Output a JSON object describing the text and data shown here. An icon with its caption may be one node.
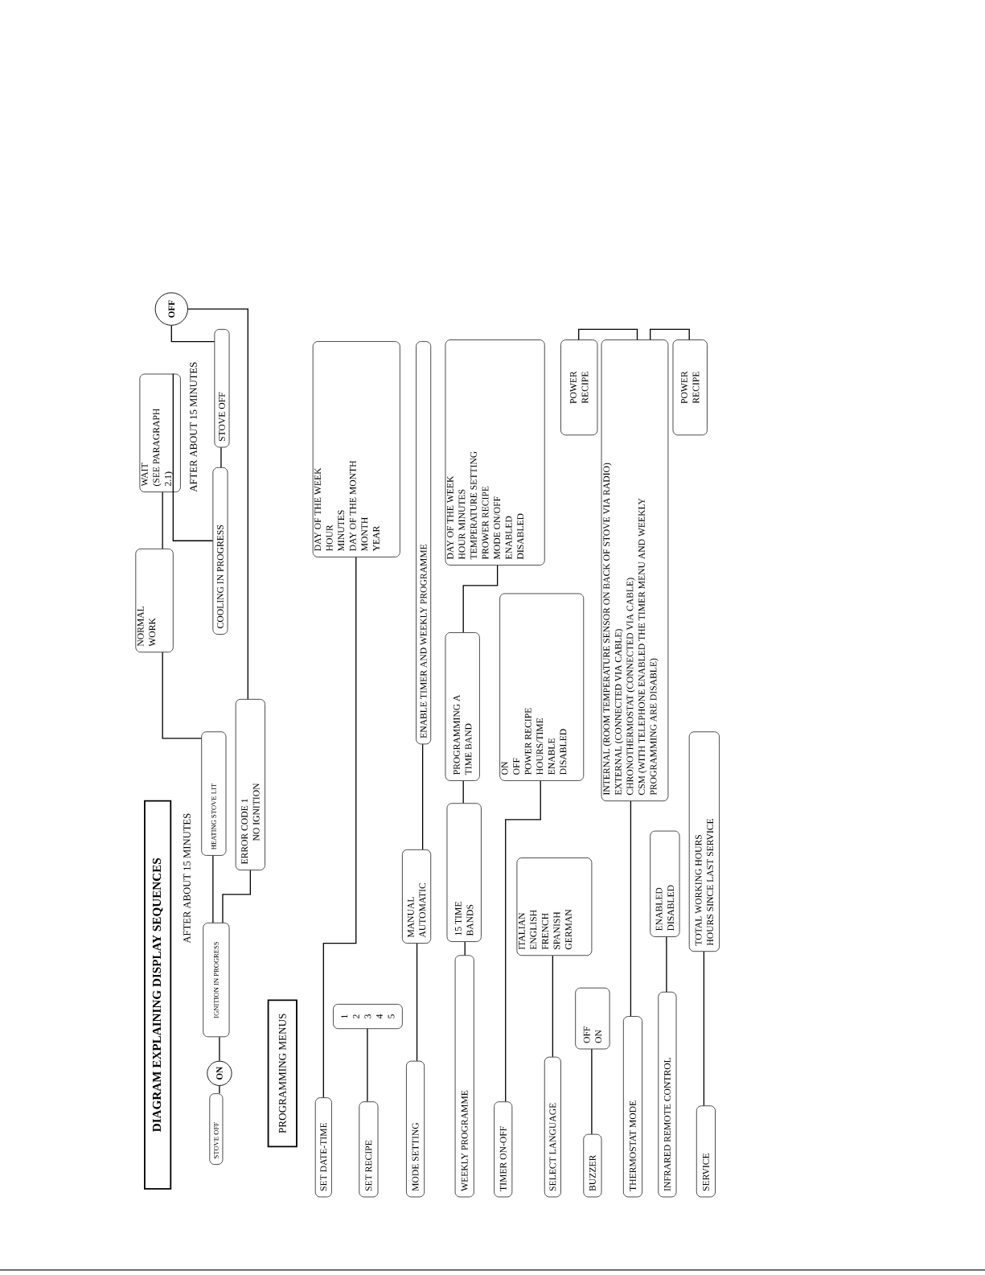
{
  "diagram": {
    "title": "DIAGRAM EXPLAINING DISPLAY SEQUENCES",
    "nodes": [
      {
        "text": [
          "STOVE OFF"
        ]
      },
      {
        "text": [
          "ON"
        ]
      },
      {
        "text": [
          "IGNITION IN PROGRESS"
        ]
      },
      {
        "text": [
          "HEATING STOVE LIT"
        ]
      },
      {
        "text": [
          "ERROR CODE 1",
          "NO IGNITION"
        ]
      },
      {
        "text": [
          "NORMAL WORK"
        ]
      },
      {
        "text": [
          "WAIT",
          "(SEE PARAGRAPH 2.1)"
        ]
      },
      {
        "text": [
          "COOLING IN PROGRESS"
        ]
      },
      {
        "text": [
          "STOVE OFF"
        ]
      },
      {
        "text": [
          "OFF"
        ]
      },
      {
        "text": [
          "SET DATE-TIME"
        ]
      },
      {
        "text": [
          "DAY OF THE WEEK",
          "HOUR",
          "MINUTES",
          "DAY OF THE MONTH",
          "MONTH",
          "YEAR"
        ]
      },
      {
        "text": [
          "1",
          "2",
          "3",
          "4",
          "5"
        ]
      },
      {
        "text": [
          "SET RECIPE"
        ]
      },
      {
        "text": [
          "MODE SETTING"
        ]
      },
      {
        "text": [
          "MANUAL",
          "AUTOMATIC"
        ]
      },
      {
        "text": [
          "ENABLE TIMER AND WEEKLY PROGRAMME"
        ]
      },
      {
        "text": [
          "WEEKLY PROGRAMME"
        ]
      },
      {
        "text": [
          "15 TIME BANDS"
        ]
      },
      {
        "text": [
          "PROGRAMMING A TIME BAND"
        ]
      },
      {
        "text": [
          "DAY OF THE WEEK",
          "HOUR MINUTES",
          "TEMPERATURE SETTING",
          "PROWER RECIPE",
          "MODE ON/OFF",
          "ENABLED",
          "DISABLED"
        ]
      },
      {
        "text": [
          "TIMER ON-OFF"
        ]
      },
      {
        "text": [
          "ON",
          "OFF",
          "POWER RECIPE",
          "HOURS/TIME",
          "ENABLE",
          "DISABLED"
        ]
      },
      {
        "text": [
          "SELECT LANGUAGE"
        ]
      },
      {
        "text": [
          "ITALIAN",
          "ENGLISH",
          "FRENCH",
          "SPANISH",
          "GERMAN"
        ]
      },
      {
        "text": [
          "BUZZER"
        ]
      },
      {
        "text": [
          "OFF",
          "ON"
        ]
      },
      {
        "text": [
          "THERMOSTAT MODE"
        ]
      },
      {
        "text": [
          "POWER RECIPE"
        ]
      },
      {
        "text": [
          "INTERNAL (ROOM TEMPERATURE SENSOR ON BACK OF STOVE VIA RADIO)",
          "EXTERNAL (CONNECTED VIA CABLE)",
          "CHRONOTHERMOSTAT (CONNECTED VIA CABLE)",
          "CSM (WITH TELEPHONE ENABLED THE TIMER MENU AND WEEKLY PROGRAMMING ARE DISABLE)"
        ]
      },
      {
        "text": [
          "POWER RECIPE"
        ]
      },
      {
        "text": [
          "INFRARED REMOTE CONTROL"
        ]
      },
      {
        "text": [
          "ENABLED",
          "DISABLED"
        ]
      },
      {
        "text": [
          "SERVICE"
        ]
      },
      {
        "text": [
          "TOTAL WORKING HOURS",
          "HOURS SINCE LAST SERVICE"
        ]
      }
    ],
    "edges": [
      {
        "from": 0,
        "to": 1,
        "arrow": "none"
      },
      {
        "from": 1,
        "to": 2,
        "arrow": "none"
      },
      {
        "from": 2,
        "to": 3,
        "arrow": "none"
      },
      {
        "from": 2,
        "to": 4,
        "arrow": "none"
      },
      {
        "from": 3,
        "to": 5,
        "arrow": "none"
      },
      {
        "from": 5,
        "to": 6,
        "arrow": "none"
      },
      {
        "from": 6,
        "to": 7,
        "arrow": "none"
      },
      {
        "from": 7,
        "to": 8,
        "arrow": "none"
      },
      {
        "from": 8,
        "to": 9,
        "arrow": "none"
      },
      {
        "from": 4,
        "to": 9,
        "arrow": "none"
      },
      {
        "from": 10,
        "to": 11,
        "arrow": "none"
      },
      {
        "from": 13,
        "to": 12,
        "arrow": "none"
      },
      {
        "from": 14,
        "to": 15,
        "arrow": "none"
      },
      {
        "from": 15,
        "to": 16,
        "arrow": "none"
      },
      {
        "from": 17,
        "to": 18,
        "arrow": "none"
      },
      {
        "from": 18,
        "to": 19,
        "arrow": "none"
      },
      {
        "from": 19,
        "to": 20,
        "arrow": "none"
      },
      {
        "from": 21,
        "to": 22,
        "arrow": "none"
      },
      {
        "from": 23,
        "to": 24,
        "arrow": "none"
      },
      {
        "from": 25,
        "to": 26,
        "arrow": "none"
      },
      {
        "from": 27,
        "to": 29,
        "arrow": "none"
      },
      {
        "from": 29,
        "to": 28,
        "arrow": "none"
      },
      {
        "from": 29,
        "to": 30,
        "arrow": "none"
      },
      {
        "from": 31,
        "to": 32,
        "arrow": "none"
      },
      {
        "from": 33,
        "to": 34,
        "arrow": "none"
      }
    ],
    "labels": [
      "AFTER ABOUT 15 MINUTES",
      "AFTER ABOUT 15 MINUTES",
      "PROGRAMMING MENUS"
    ]
  }
}
